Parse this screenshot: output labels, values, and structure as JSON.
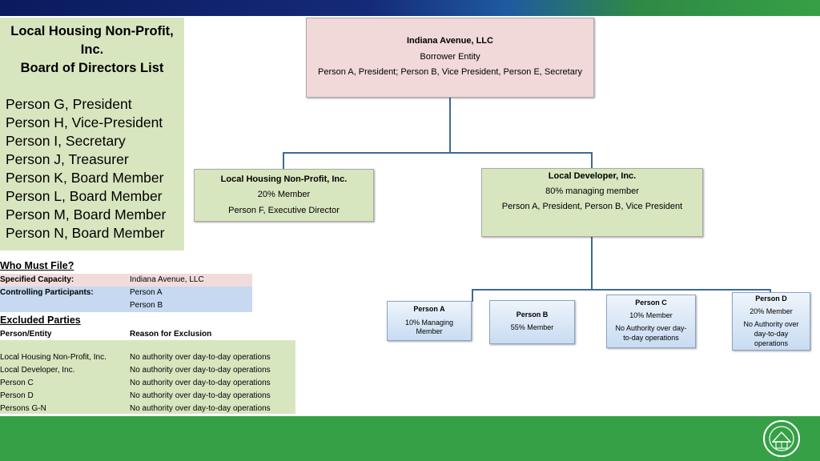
{
  "board": {
    "title": [
      "Local Housing Non-Profit,",
      "Inc.",
      "Board of Directors List"
    ],
    "members": [
      "Person G, President",
      "Person H, Vice-President",
      "Person I, Secretary",
      "Person J, Treasurer",
      "Person K, Board Member",
      "Person L, Board Member",
      "Person M, Board Member",
      "Person N, Board Member"
    ]
  },
  "borrower": {
    "name": "Indiana Avenue, LLC",
    "role": "Borrower Entity",
    "officers": "Person A, President; Person B, Vice President, Person E, Secretary"
  },
  "nonprofit": {
    "name": "Local Housing Non-Profit, Inc.",
    "share": "20% Member",
    "people": "Person F, Executive Director"
  },
  "developer": {
    "name": "Local Developer, Inc.",
    "share": "80% managing member",
    "people": "Person A, President, Person B, Vice President"
  },
  "persons": [
    {
      "name": "Person A",
      "lines": [
        "10% Managing",
        "Member"
      ]
    },
    {
      "name": "Person B",
      "lines": [
        "55% Member"
      ]
    },
    {
      "name": "Person C",
      "lines": [
        "10% Member",
        "No Authority over day-",
        "to-day operations"
      ]
    },
    {
      "name": "Person D",
      "lines": [
        "20% Member",
        "No Authority over",
        "day-to-day",
        "operations"
      ]
    }
  ],
  "who_must_file": {
    "heading": "Who Must File?",
    "rows": [
      {
        "label": "Specified Capacity:",
        "value": "Indiana Avenue, LLC"
      },
      {
        "label": "Controlling Participants:",
        "value": "Person A"
      },
      {
        "label": "",
        "value": "Person B"
      }
    ]
  },
  "excluded": {
    "heading": "Excluded Parties",
    "col1": "Person/Entity",
    "col2": "Reason for Exclusion",
    "rows": [
      {
        "entity": "Local Housing Non-Profit, Inc.",
        "reason": "No authority over day-to-day operations"
      },
      {
        "entity": "Local Developer, Inc.",
        "reason": "No authority over day-to-day operations"
      },
      {
        "entity": "Person C",
        "reason": "No authority over day-to-day operations"
      },
      {
        "entity": "Person D",
        "reason": "No authority over day-to-day operations"
      },
      {
        "entity": "Persons G-N",
        "reason": "No authority over day-to-day operations"
      }
    ]
  },
  "colors": {
    "board_bg": "#d8e6c0",
    "borrower_bg": "#f2d9d9",
    "connector": "#3e6a96",
    "footer": "#36a046",
    "header_navy": "#0a1a5e"
  },
  "icons": {
    "seal": "hud-seal-icon"
  }
}
